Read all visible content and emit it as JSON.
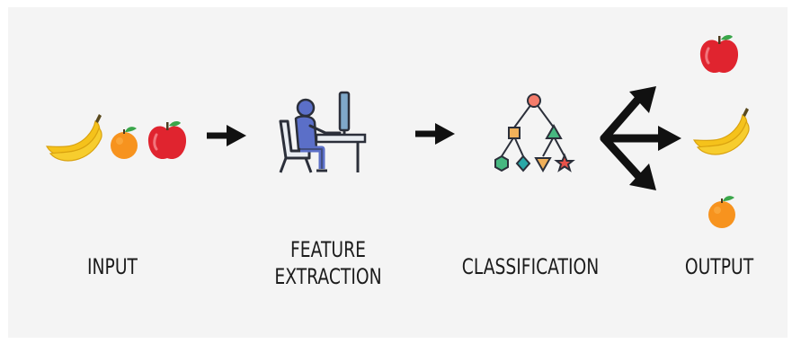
{
  "stages": {
    "input": {
      "label": "INPUT"
    },
    "feature": {
      "label_line1": "FEATURE",
      "label_line2": "EXTRACTION"
    },
    "classification": {
      "label": "CLASSIFICATION"
    },
    "output": {
      "label": "OUTPUT"
    }
  },
  "icons": {
    "input_fruits": [
      "banana-icon",
      "orange-icon",
      "apple-icon"
    ],
    "feature": "person-at-computer-icon",
    "classification": "decision-tree-icon",
    "split": "three-way-arrow-icon",
    "output_fruits": [
      "apple-icon",
      "banana-icon",
      "orange-icon"
    ]
  },
  "colors": {
    "banana": "#f5c21b",
    "orange": "#f7931e",
    "apple": "#e0242f",
    "person": "#5b6fc8",
    "computer": "#7fa8c9",
    "tree_root": "#f47c6b",
    "tree_square": "#f0b05a",
    "tree_triangle": "#47b881",
    "tree_diamond": "#2aa8a8",
    "tree_star": "#e8524a",
    "arrow": "#111111",
    "background": "#f4f4f4"
  }
}
